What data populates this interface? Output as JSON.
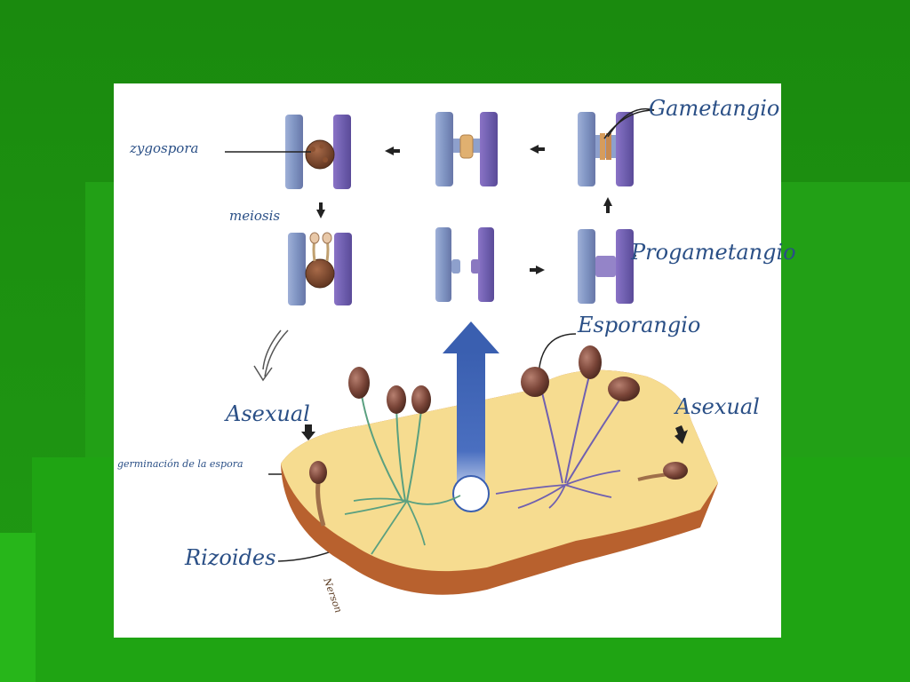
{
  "labels": {
    "zygospora": "zygospora",
    "meiosis": "meiosis",
    "gametangio": "Gametangio",
    "progametangio": "Progametangio",
    "esporangio": "Esporangio",
    "asexual_left": "Asexual",
    "asexual_right": "Asexual",
    "germinacion": "germinación de la espora",
    "rizoides": "Rizoides",
    "signature": "Nerson"
  },
  "colors": {
    "slide_background": "#1f8f12",
    "label_text": "#2a4f86",
    "big_arrow": "#3a5fb0",
    "substrate_top": "#f6dc90",
    "substrate_side": "#b8612e",
    "hypha_left": "#7f94c2",
    "hypha_right": "#7060b0",
    "sporangium": "#7a4538",
    "zygospore": "#6d3e28"
  }
}
